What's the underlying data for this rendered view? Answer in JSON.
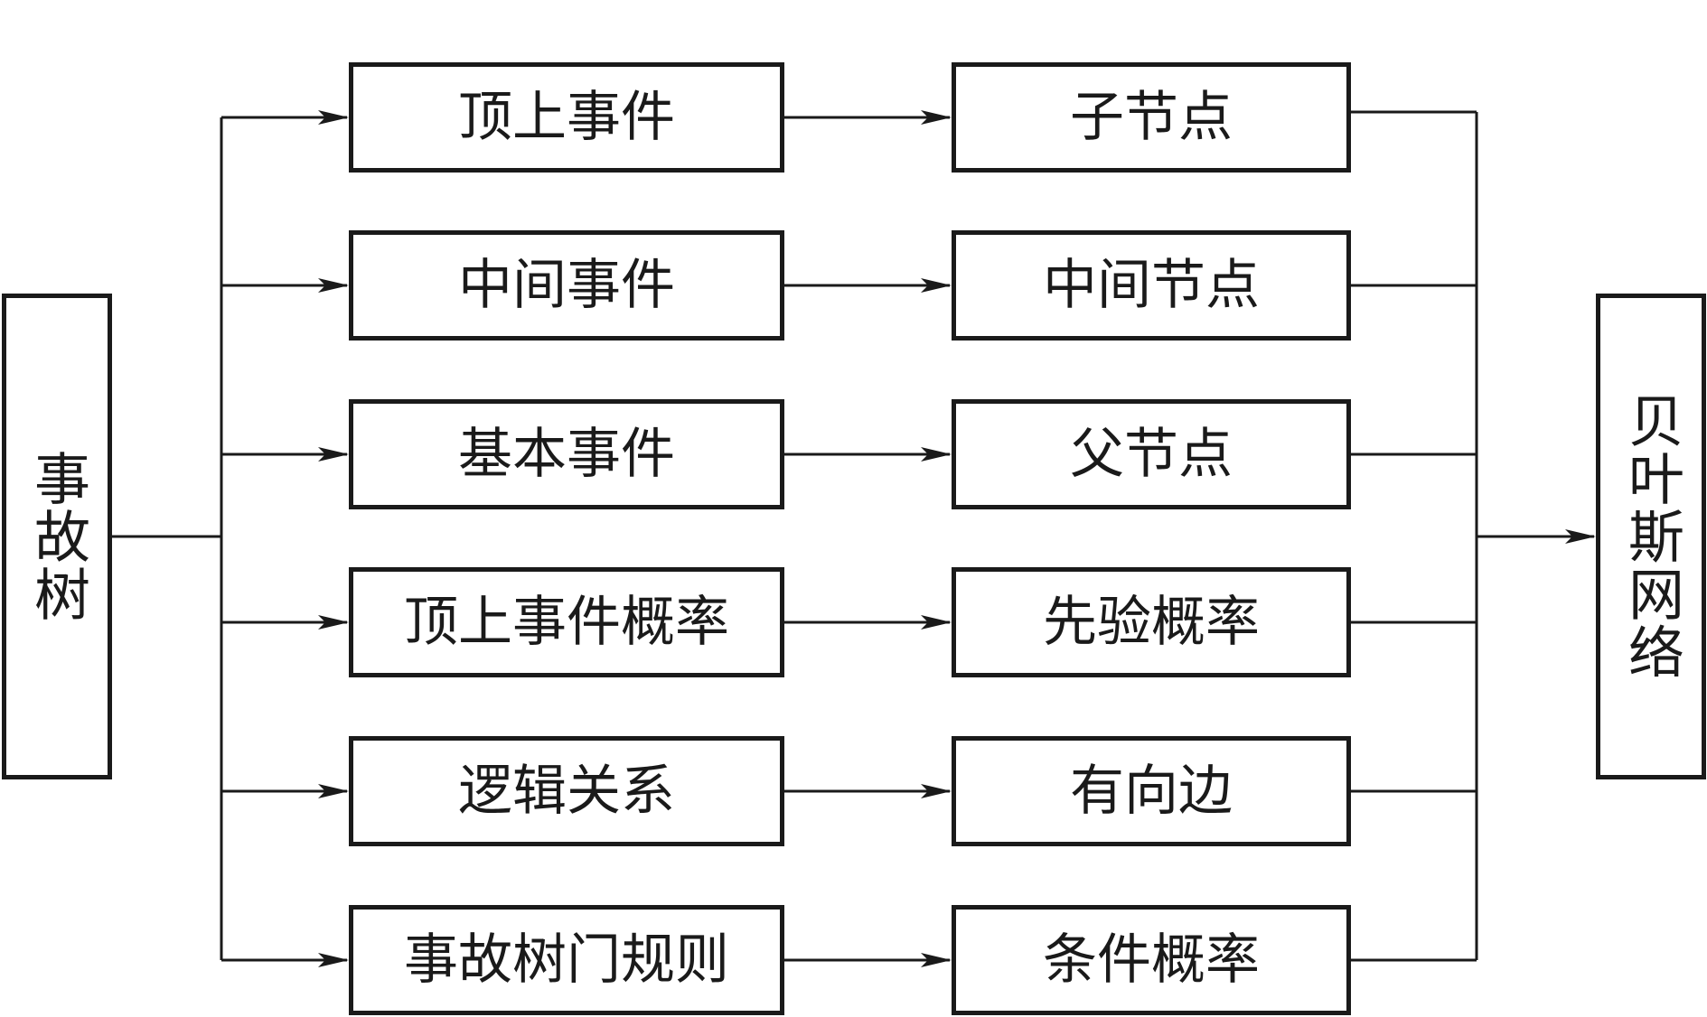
{
  "source": {
    "label": "事故树"
  },
  "target": {
    "label": "贝叶斯网络"
  },
  "rows": [
    {
      "fault_tree": "顶上事件",
      "bayesian": "子节点"
    },
    {
      "fault_tree": "中间事件",
      "bayesian": "中间节点"
    },
    {
      "fault_tree": "基本事件",
      "bayesian": "父节点"
    },
    {
      "fault_tree": "顶上事件概率",
      "bayesian": "先验概率"
    },
    {
      "fault_tree": "逻辑关系",
      "bayesian": "有向边"
    },
    {
      "fault_tree": "事故树门规则",
      "bayesian": "条件概率"
    }
  ],
  "colors": {
    "stroke": "#1a1a1a",
    "background": "#ffffff"
  }
}
